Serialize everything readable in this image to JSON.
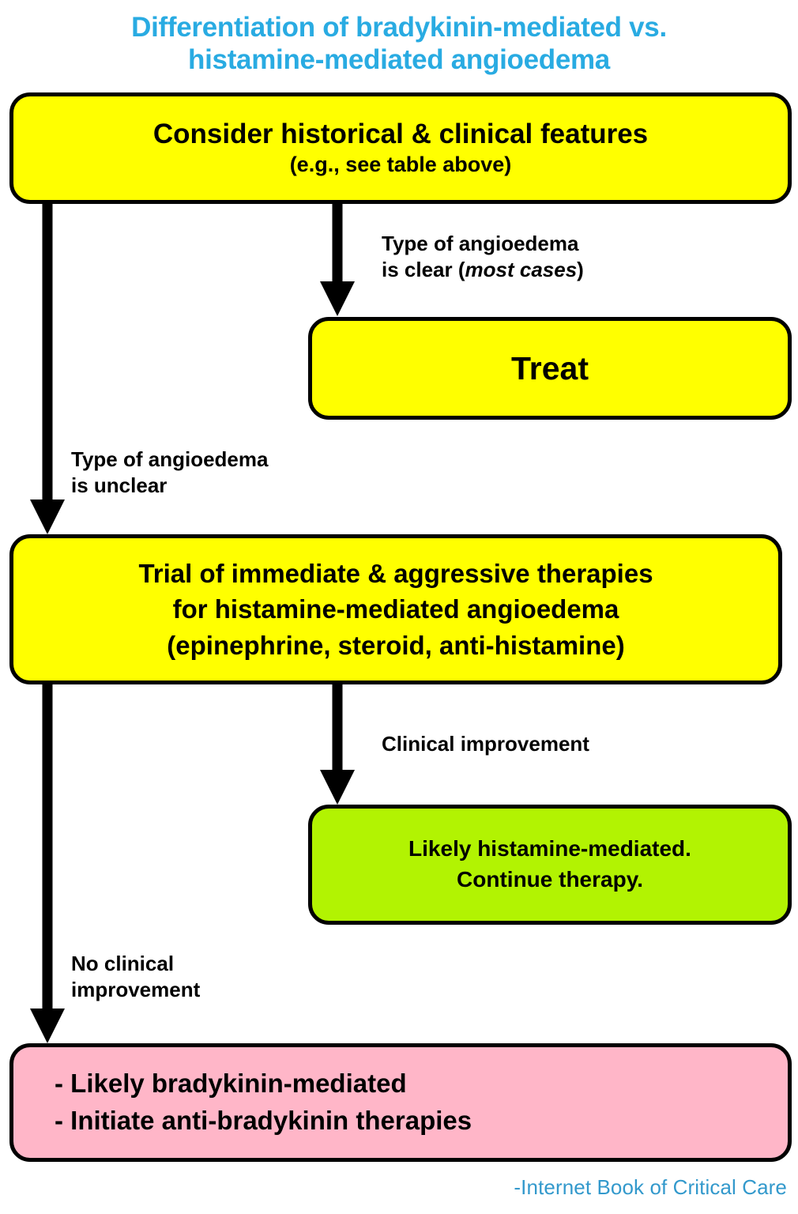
{
  "title": {
    "line1": "Differentiation of bradykinin-mediated vs.",
    "line2": "histamine-mediated angioedema",
    "color": "#29ABE2"
  },
  "footer": {
    "text": "-Internet Book of Critical Care",
    "color": "#3399CC"
  },
  "palette": {
    "yellow": "#FFFF00",
    "green": "#B2F302",
    "pink": "#FFB6C8",
    "border": "#000000",
    "title_blue": "#29ABE2",
    "footer_blue": "#3399CC",
    "background": "#FFFFFF"
  },
  "nodes": [
    {
      "id": "consider",
      "fill": "#FFFF00",
      "line1": "Consider historical & clinical features",
      "line2": "(e.g., see table above)"
    },
    {
      "id": "treat",
      "fill": "#FFFF00",
      "line1": "Treat"
    },
    {
      "id": "trial",
      "fill": "#FFFF00",
      "line1": "Trial of immediate & aggressive therapies",
      "line2": "for histamine-mediated angioedema",
      "line3": "(epinephrine, steroid, anti-histamine)"
    },
    {
      "id": "histamine",
      "fill": "#B2F302",
      "line1": "Likely histamine-mediated.",
      "line2": "Continue therapy."
    },
    {
      "id": "bradykinin",
      "fill": "#FFB6C8",
      "line1": "- Likely bradykinin-mediated",
      "line2": "- Initiate anti-bradykinin therapies"
    }
  ],
  "edges": [
    {
      "id": "clear",
      "from": "consider",
      "to": "treat",
      "label_line1": "Type of angioedema",
      "label_line2_pre": "is clear (",
      "label_line2_em": "most cases",
      "label_line2_post": ")"
    },
    {
      "id": "unclear",
      "from": "consider",
      "to": "trial",
      "label_line1": "Type of angioedema",
      "label_line2": "is unclear"
    },
    {
      "id": "improvement",
      "from": "trial",
      "to": "histamine",
      "label_line1": "Clinical improvement"
    },
    {
      "id": "no-improvement",
      "from": "trial",
      "to": "bradykinin",
      "label_line1": "No clinical",
      "label_line2": "improvement"
    }
  ]
}
